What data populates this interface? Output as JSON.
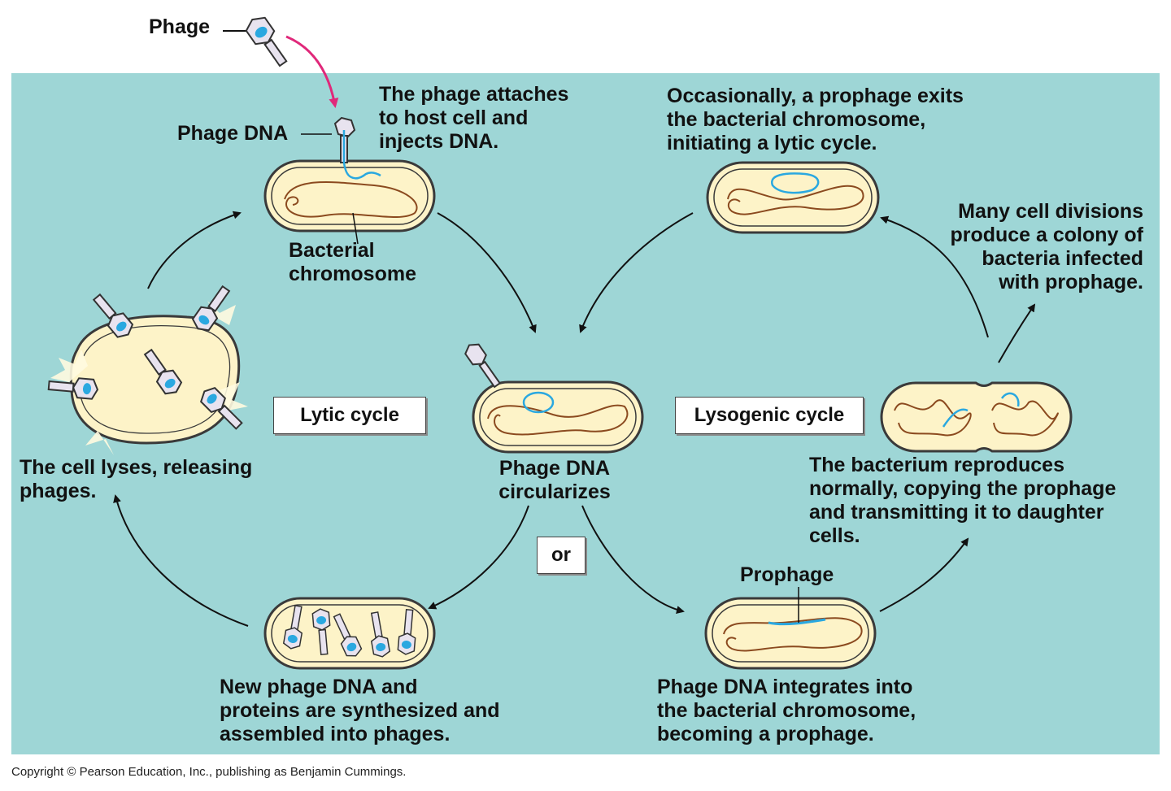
{
  "labels": {
    "phage": "Phage",
    "phage_dna": "Phage DNA",
    "attach": [
      "The phage attaches",
      "to host cell and",
      "injects DNA."
    ],
    "bacterial_chromosome": [
      "Bacterial",
      "chromosome"
    ],
    "occasionally": [
      "Occasionally, a prophage exits",
      "the bacterial chromosome,",
      "initiating a lytic cycle."
    ],
    "divisions": [
      "Many cell divisions",
      "produce a colony of",
      "bacteria infected",
      "with prophage."
    ],
    "lyses": [
      "The cell lyses, releasing",
      "phages."
    ],
    "circularizes": [
      "Phage DNA",
      "circularizes"
    ],
    "reproduces": [
      "The bacterium reproduces",
      "normally, copying the prophage",
      "and transmitting it to daughter",
      "cells."
    ],
    "prophage": "Prophage",
    "synthesized": [
      "New phage DNA and",
      "proteins are synthesized and",
      "assembled into phages."
    ],
    "integrates": [
      "Phage DNA integrates into",
      "the bacterial chromosome,",
      "becoming a prophage."
    ]
  },
  "boxes": {
    "lytic": "Lytic cycle",
    "lysogenic": "Lysogenic cycle",
    "or": "or"
  },
  "copyright": "Copyright © Pearson Education, Inc., publishing as Benjamin Cummings.",
  "colors": {
    "background_panel": "#9ed6d6",
    "cell_fill": "#fdf3c8",
    "cell_wall": "#3a3a3a",
    "chromosome": "#8b4a1f",
    "phage_dna": "#2aa8e0",
    "phage_body": "#e8e3ef",
    "arrow_pink": "#e0287a"
  }
}
